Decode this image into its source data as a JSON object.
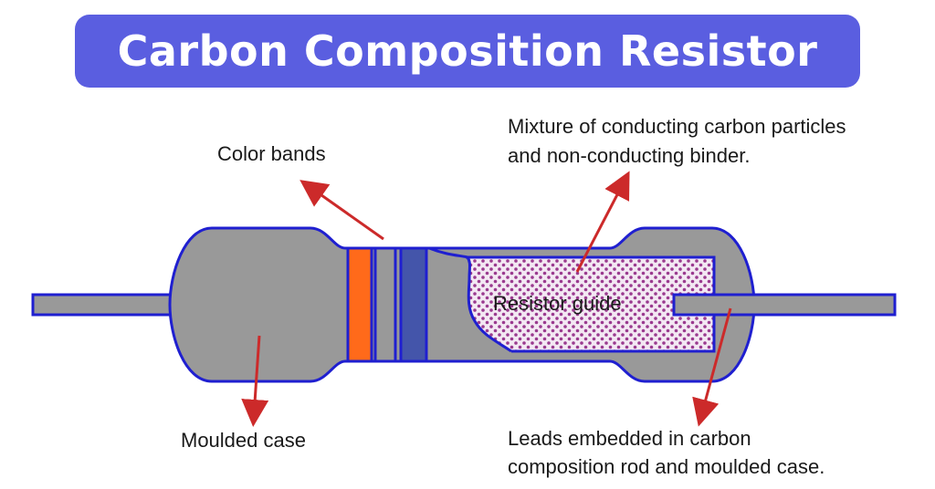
{
  "title": "Carbon Composition Resistor",
  "labels": {
    "color_bands": "Color bands",
    "mixture_line1": "Mixture of conducting carbon particles",
    "mixture_line2": "and non-conducting binder.",
    "resistor_guide": "Resistor guide",
    "moulded_case": "Moulded case",
    "leads_line1": "Leads embedded in carbon",
    "leads_line2": "composition rod and moulded case."
  },
  "colors": {
    "banner": "#5a5ee0",
    "body_fill": "#999999",
    "outline": "#1f1fd0",
    "band_orange": "#ff6a1a",
    "band_blue": "#4455aa",
    "mixture_fill": "#f3e8f3",
    "mixture_dots": "#9a3a8f",
    "arrow": "#cc2a2a"
  }
}
